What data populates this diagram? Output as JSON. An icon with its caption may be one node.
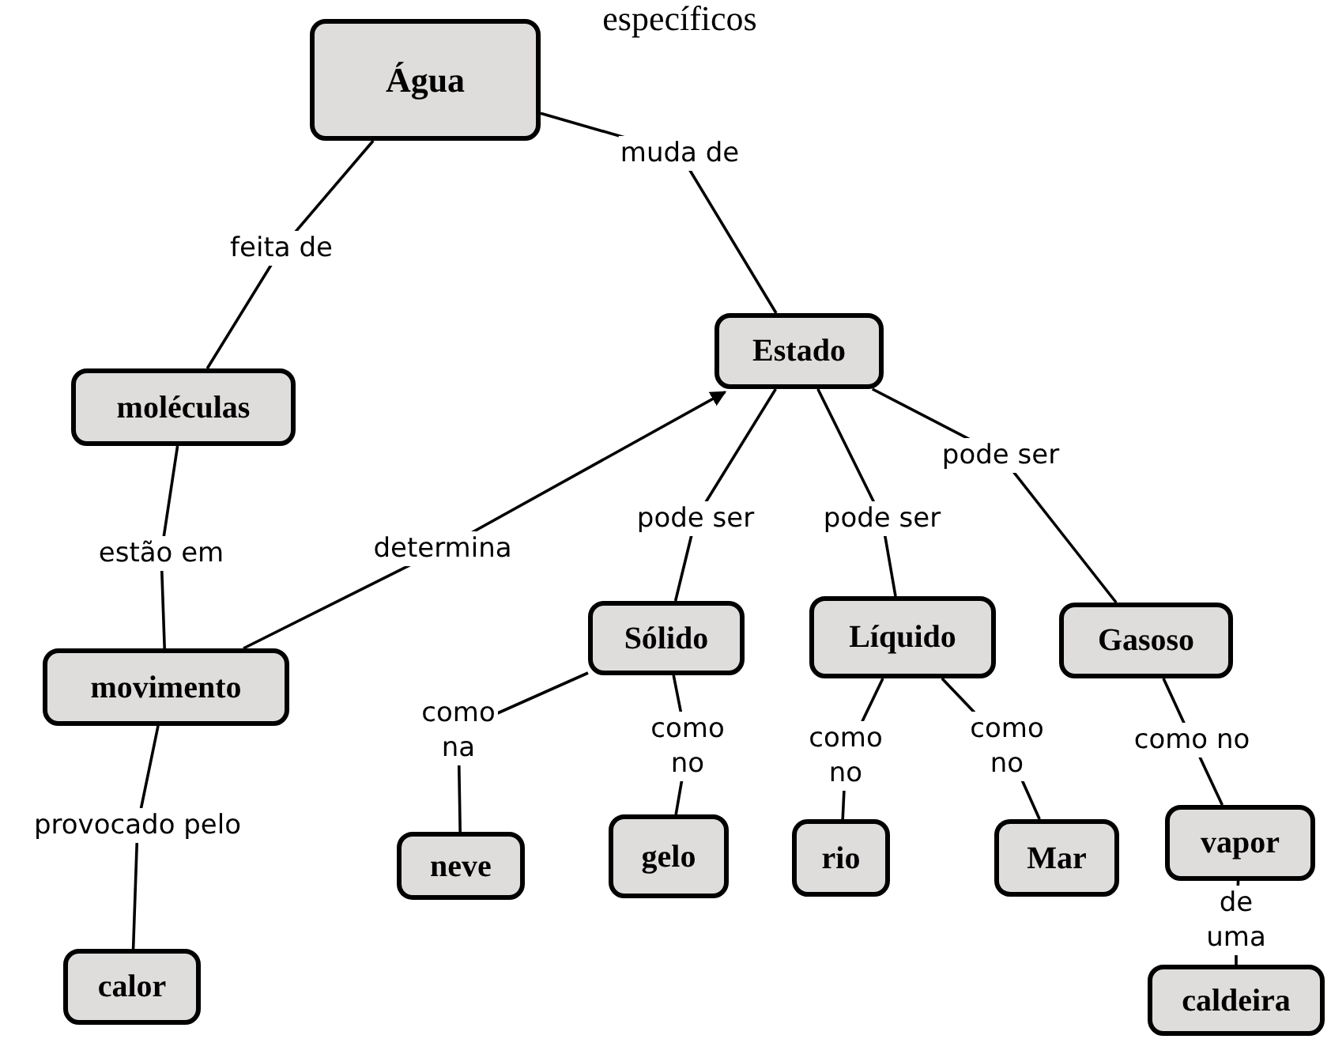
{
  "diagram": {
    "title": "específicos",
    "nodes": [
      {
        "text": [
          "Água"
        ]
      },
      {
        "text": [
          "Estado"
        ]
      },
      {
        "text": [
          "moléculas"
        ]
      },
      {
        "text": [
          "movimento"
        ]
      },
      {
        "text": [
          "Sólido"
        ]
      },
      {
        "text": [
          "Líquido"
        ]
      },
      {
        "text": [
          "Gasoso"
        ]
      },
      {
        "text": [
          "calor"
        ]
      },
      {
        "text": [
          "neve"
        ]
      },
      {
        "text": [
          "gelo"
        ]
      },
      {
        "text": [
          "rio"
        ]
      },
      {
        "text": [
          "Mar"
        ]
      },
      {
        "text": [
          "vapor"
        ]
      },
      {
        "text": [
          "caldeira"
        ]
      }
    ],
    "edges": [
      {
        "from": 0,
        "to": 2,
        "arrow": "none",
        "label": "feita de"
      },
      {
        "from": 0,
        "to": 1,
        "arrow": "none",
        "label": "muda de"
      },
      {
        "from": 2,
        "to": 3,
        "arrow": "none",
        "label": "estão em"
      },
      {
        "from": 3,
        "to": 1,
        "arrow": "to",
        "label": "determina"
      },
      {
        "from": 1,
        "to": 4,
        "arrow": "none",
        "label": "pode ser"
      },
      {
        "from": 1,
        "to": 5,
        "arrow": "none",
        "label": "pode ser"
      },
      {
        "from": 1,
        "to": 6,
        "arrow": "none",
        "label": "pode ser"
      },
      {
        "from": 3,
        "to": 7,
        "arrow": "none",
        "label": "provocado pelo"
      },
      {
        "from": 4,
        "to": 8,
        "arrow": "none",
        "label": "como na"
      },
      {
        "from": 4,
        "to": 9,
        "arrow": "none",
        "label": "como no"
      },
      {
        "from": 5,
        "to": 10,
        "arrow": "none",
        "label": "como no"
      },
      {
        "from": 5,
        "to": 11,
        "arrow": "none",
        "label": "como no"
      },
      {
        "from": 6,
        "to": 12,
        "arrow": "none",
        "label": "como no"
      },
      {
        "from": 12,
        "to": 13,
        "arrow": "none",
        "label": "de uma"
      }
    ]
  }
}
